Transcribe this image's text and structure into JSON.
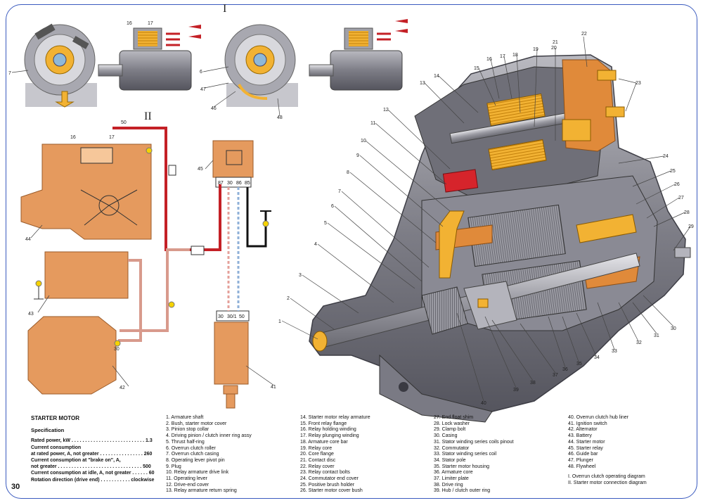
{
  "figure_labels": {
    "fig1": "I",
    "fig2": "II"
  },
  "callouts": {
    "c1": "1",
    "c2": "2",
    "c3": "3",
    "c4": "4",
    "c5": "5",
    "c6": "6",
    "c7": "7",
    "c8": "8",
    "c9": "9",
    "c10": "10",
    "c11": "11",
    "c12": "12",
    "c13": "13",
    "c14": "14",
    "c15": "15",
    "c16": "16",
    "c17": "17",
    "c18": "18",
    "c19": "19",
    "c20": "20",
    "c21": "21",
    "c22": "22",
    "c23": "23",
    "c24": "24",
    "c25": "25",
    "c26": "26",
    "c27": "27",
    "c28": "28",
    "c29": "29",
    "c30": "30",
    "c31": "31",
    "c32": "32",
    "c33": "33",
    "c34": "34",
    "c35": "35",
    "c36": "36",
    "c37": "37",
    "c38": "38",
    "c39": "39",
    "c40": "40",
    "c41": "41",
    "c42": "42",
    "c43": "43",
    "c44": "44",
    "c45": "45",
    "c46": "46",
    "c47": "47",
    "c48": "48",
    "c50": "50"
  },
  "relay_terminals": [
    "87",
    "30",
    "86",
    "85"
  ],
  "switch_terminals": [
    "30",
    "30/1",
    "50"
  ],
  "specification": {
    "title": "STARTER MOTOR",
    "heading": "Specification",
    "rows": [
      "Rated power, kW . . . . . . . . . . . . . . . . . . . . . . . . . . . 1.3",
      "Current consumption",
      "at rated power, A, not greater . . . . . . . . . . . . . . . . 260",
      "Current consumption at \"brake on\", A,",
      "not greater . . . . . . . . . . . . . . . . . . . . . . . . . . . . . . . 500",
      "Current consumption at idle, A, not greater . . . . . . 60",
      "Rotation direction (drive end) . . . . . . . . . . . clockwise"
    ]
  },
  "legend": {
    "col1": [
      "1. Armature shaft",
      "2. Bush, starter motor cover",
      "3. Pinion stop collar",
      "4. Driving pinion / clutch inner ring assy",
      "5. Thrust half-ring",
      "6. Overrun clutch roller",
      "7. Overrun clutch casing",
      "8. Operating lever pivot pin",
      "9. Plug",
      "10. Relay armature drive link",
      "11. Operating lever",
      "12. Drive-end cover",
      "13. Relay armature return spring"
    ],
    "col2": [
      "14. Starter motor relay armature",
      "15. Front relay flange",
      "16. Relay holding winding",
      "17. Relay plunging winding",
      "18. Armature core bar",
      "19. Relay core",
      "20. Core flange",
      "21. Contact disc",
      "22. Relay cover",
      "23. Relay contact bolts",
      "24. Commutator end cover",
      "25. Positive brush holder",
      "26. Starter motor cover bush"
    ],
    "col3": [
      "27. End float shim",
      "28. Lock washer",
      "29. Clamp bolt",
      "30. Casing",
      "31. Stator winding series coils pinout",
      "32. Commutator",
      "33. Stator winding series coil",
      "34. Stator pole",
      "35. Starter motor housing",
      "36. Armature core",
      "37. Limiter plate",
      "38. Drive ring",
      "39. Hub / clutch outer ring"
    ],
    "col4": [
      "40. Overrun clutch hub liner",
      "41. Ignition switch",
      "42. Alternator",
      "43. Battery",
      "44. Starter motor",
      "45. Starter relay",
      "46. Guide bar",
      "47. Plunger",
      "48. Flywheel"
    ],
    "diagrams": [
      "I.   Overrun clutch operating diagram",
      "II.  Starter motor connection diagram"
    ]
  },
  "page_number": "30",
  "colors": {
    "frame": "#3b5bbf",
    "housing": "#8e8e95",
    "copper": "#e08a3a",
    "winding": "#f2b233",
    "wire_red": "#c42026",
    "wire_pink": "#d89a8c",
    "component": "#e59a5e"
  }
}
